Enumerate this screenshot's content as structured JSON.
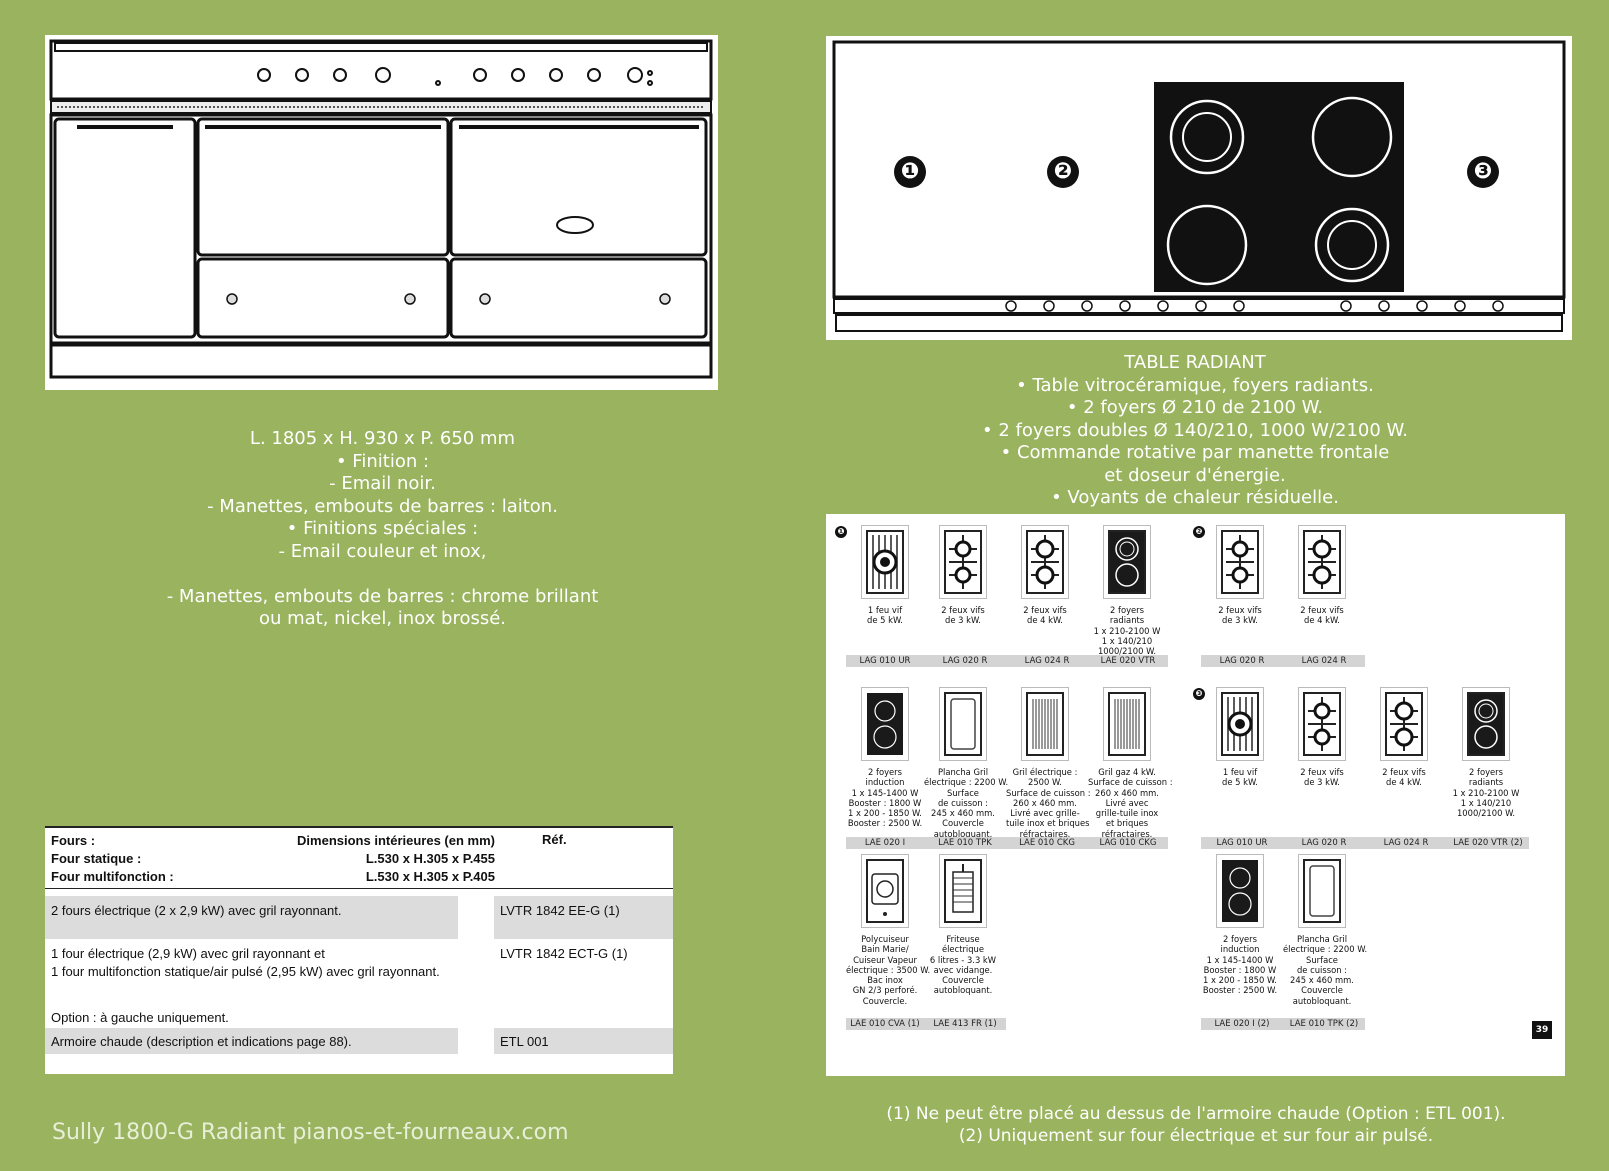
{
  "specs_left": {
    "lines": [
      "L. 1805 x H. 930 x P. 650 mm",
      "• Finition :",
      "- Email noir.",
      "- Manettes, embouts de barres : laiton.",
      "• Finitions spéciales :",
      "- Email couleur et inox,",
      "",
      "- Manettes, embouts de barres : chrome brillant",
      "ou mat, nickel, inox brossé."
    ]
  },
  "specs_right": {
    "lines": [
      "TABLE RADIANT",
      "• Table vitrocéramique, foyers radiants.",
      "• 2 foyers Ø 210 de 2100 W.",
      "• 2 foyers doubles Ø 140/210, 1000 W/2100 W.",
      "• Commande rotative par manette frontale",
      "et doseur d'énergie.",
      "• Voyants de chaleur résiduelle."
    ]
  },
  "oven_table": {
    "header": {
      "c1": [
        "Fours :",
        "Four statique :",
        "Four multifonction :"
      ],
      "c2": [
        "Dimensions intérieures (en mm)",
        "L.530 x H.305 x P.455",
        "L.530 x H.305 x P.405"
      ],
      "c3": "Réf."
    },
    "rows": [
      {
        "desc": "2 fours électrique (2 x 2,9 kW) avec gril rayonnant.",
        "ref": "LVTR 1842 EE-G (1)"
      },
      {
        "desc": "1 four électrique (2,9 kW) avec gril rayonnant et",
        "desc2": "1 four multifonction statique/air pulsé (2,95 kW) avec gril rayonnant.",
        "ref": "LVTR 1842 ECT-G (1)"
      },
      {
        "desc": "Option : à gauche uniquement."
      },
      {
        "desc": "Armoire chaude (description et indications page 88).",
        "ref": "ETL 001"
      }
    ]
  },
  "hob_numbers": [
    "❶",
    "❷",
    "❸"
  ],
  "modules": {
    "s1_markers": [
      "❶",
      "❷",
      "❸"
    ],
    "row1": [
      {
        "desc": "1 feu vif\nde 5 kW.",
        "ref": "LAG 010 UR",
        "icon": "wok-burner-icon"
      },
      {
        "desc": "2 feux vifs\nde 3 kW.",
        "ref": "LAG 020 R",
        "icon": "double-burner-icon"
      },
      {
        "desc": "2 feux vifs\nde 4 kW.",
        "ref": "LAG 024 R",
        "icon": "double-burner-icon"
      },
      {
        "desc": "2 foyers\nradiants\n1 x 210-2100 W\n1 x 140/210\n1000/2100 W.",
        "ref": "LAE 020 VTR",
        "icon": "radiant-icon"
      },
      {
        "desc": "2 feux vifs\nde 3 kW.",
        "ref": "LAG 020 R",
        "icon": "double-burner-icon"
      },
      {
        "desc": "2 feux vifs\nde 4 kW.",
        "ref": "LAG 024 R",
        "icon": "double-burner-icon"
      }
    ],
    "row2": [
      {
        "desc": "2 foyers\ninduction\n1 x 145-1400 W\nBooster : 1800 W\n1 x 200 - 1850 W.\nBooster : 2500 W.",
        "ref": "LAE 020 I",
        "icon": "induction-icon"
      },
      {
        "desc": "Plancha Gril\nélectrique : 2200 W.\nSurface\nde cuisson :\n245 x 460 mm.\nCouvercle\nautobloquant.",
        "ref": "LAE 010 TPK",
        "icon": "plancha-icon"
      },
      {
        "desc": "Gril électrique :\n2500 W.\nSurface de cuisson :\n260 x 460 mm.\nLivré avec grille-\ntuile inox et briques\nréfractaires.",
        "ref": "LAE 010 CKG",
        "icon": "grill-icon"
      },
      {
        "desc": "Gril gaz 4 kW.\nSurface de cuisson :\n260 x 460 mm.\nLivré avec\ngrille-tuile inox\net briques\nréfractaires.",
        "ref": "LAG 010 CKG",
        "icon": "grill-icon"
      },
      {
        "desc": "1 feu vif\nde 5 kW.",
        "ref": "LAG 010 UR",
        "icon": "wok-burner-icon"
      },
      {
        "desc": "2 feux vifs\nde 3 kW.",
        "ref": "LAG 020 R",
        "icon": "double-burner-icon"
      },
      {
        "desc": "2 feux vifs\nde 4 kW.",
        "ref": "LAG 024 R",
        "icon": "double-burner-icon"
      },
      {
        "desc": "2 foyers\nradiants\n1 x 210-2100 W\n1 x 140/210\n1000/2100 W.",
        "ref": "LAE 020 VTR (2)",
        "icon": "radiant-icon"
      }
    ],
    "row3": [
      {
        "desc": "Polycuiseur\nBain Marie/\nCuiseur Vapeur\nélectrique : 3500 W.\nBac inox\nGN 2/3 perforé.\nCouvercle.",
        "ref": "LAE 010 CVA (1)",
        "icon": "steamer-icon"
      },
      {
        "desc": "Friteuse\nélectrique\n6 litres - 3.3 kW\navec vidange.\nCouvercle\nautobloquant.",
        "ref": "LAE 413 FR (1)",
        "icon": "fryer-icon"
      },
      {
        "desc": "2 foyers\ninduction\n1 x 145-1400 W\nBooster : 1800 W\n1 x 200 - 1850 W.\nBooster : 2500 W.",
        "ref": "LAE 020 I (2)",
        "icon": "induction-icon"
      },
      {
        "desc": "Plancha Gril\nélectrique : 2200 W.\nSurface\nde cuisson :\n245 x 460 mm.\nCouvercle\nautobloquant.",
        "ref": "LAE 010 TPK (2)",
        "icon": "plancha-icon"
      }
    ],
    "page_number": "39"
  },
  "footnotes": [
    "(1) Ne peut être placé au dessus de l'armoire chaude (Option : ETL 001).",
    "(2) Uniquement sur four électrique et sur four air pulsé."
  ],
  "footer_title": "Sully 1800-G Radiant pianos-et-fourneaux.com",
  "colors": {
    "background": "#9ab35e",
    "text": "#ffffff",
    "hob": "#111111"
  }
}
